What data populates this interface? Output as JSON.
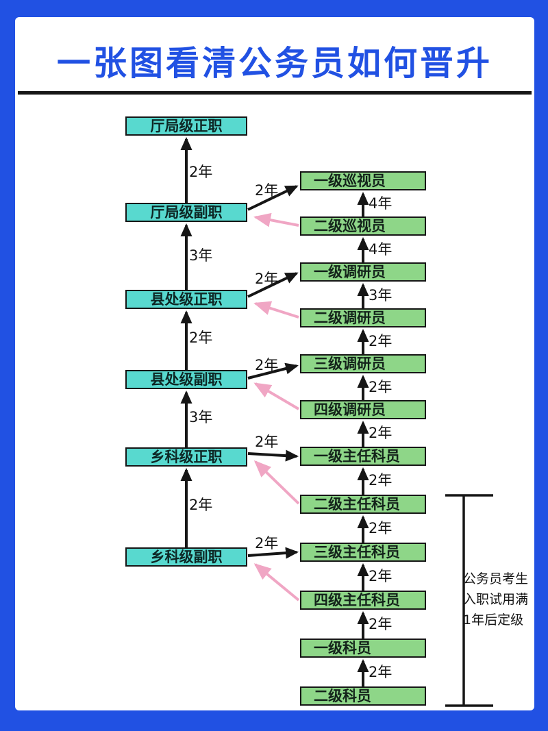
{
  "title": "一张图看清公务员如何晋升",
  "colors": {
    "frame_blue": "#2151e3",
    "title_blue": "#2151e3",
    "leadership_box_fill": "#58d9cf",
    "rank_box_fill": "#8ed688",
    "pink_arrow": "#f0a6c4",
    "line_black": "#161616"
  },
  "leadership_track": {
    "boxes": [
      "厅局级正职",
      "厅局级副职",
      "县处级正职",
      "县处级副职",
      "乡科级正职",
      "乡科级副职"
    ],
    "arrow_labels": [
      "2年",
      "3年",
      "2年",
      "3年",
      "2年"
    ]
  },
  "rank_track": {
    "boxes": [
      "一级巡视员",
      "二级巡视员",
      "一级调研员",
      "二级调研员",
      "三级调研员",
      "四级调研员",
      "一级主任科员",
      "二级主任科员",
      "三级主任科员",
      "四级主任科员",
      "一级科员",
      "二级科员"
    ],
    "arrow_labels": [
      "4年",
      "4年",
      "3年",
      "2年",
      "2年",
      "2年",
      "2年",
      "2年",
      "2年",
      "2年",
      "2年"
    ]
  },
  "cross_promotions": {
    "labels": [
      "2年",
      "2年",
      "2年",
      "2年",
      "2年"
    ]
  },
  "probation_note": {
    "lines": [
      "公务员考生",
      "入职试用满",
      "1年后定级"
    ]
  }
}
